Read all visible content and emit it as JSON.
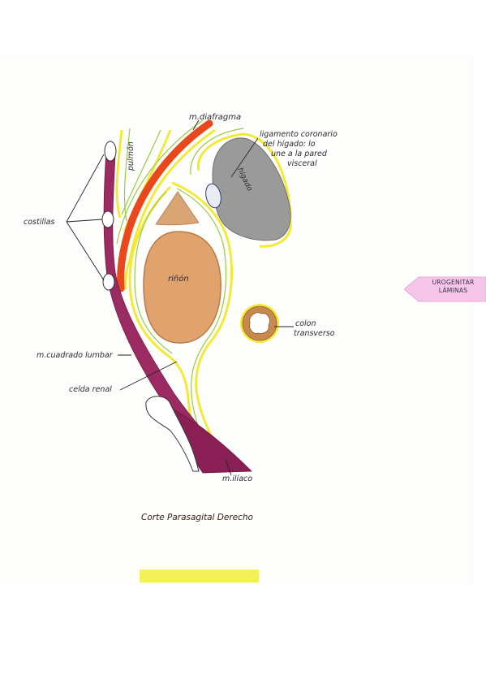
{
  "labels": {
    "diafragma": "m.diafragma",
    "ligamento_line1": "ligamento coronario",
    "ligamento_line2": "del hígado: lo",
    "ligamento_line3": "une a la pared",
    "ligamento_line4": "visceral",
    "pulmon": "pulmón",
    "higado": "hígado",
    "costillas": "costillas",
    "rinon": "riñón",
    "colon_line1": "colon",
    "colon_line2": "transverso",
    "cuadrado_lumbar": "m.cuadrado lumbar",
    "celda_renal": "celda renal",
    "iliaco": "m.ilíaco"
  },
  "caption": "Corte Parasagital Derecho",
  "side_tab": {
    "line1": "UROGENITAR",
    "line2": "LÁMINAS"
  },
  "colors": {
    "muscle": "#9c2a63",
    "diaphragm": "#e8481c",
    "kidney": "#e0a36e",
    "fat": "#d9a574",
    "fascia_yellow": "#f2ea3a",
    "fascia_green": "#9cc94a",
    "liver": "#9a9a9a",
    "colon_wall": "#c9894c",
    "tab": "#f6c6e8"
  }
}
